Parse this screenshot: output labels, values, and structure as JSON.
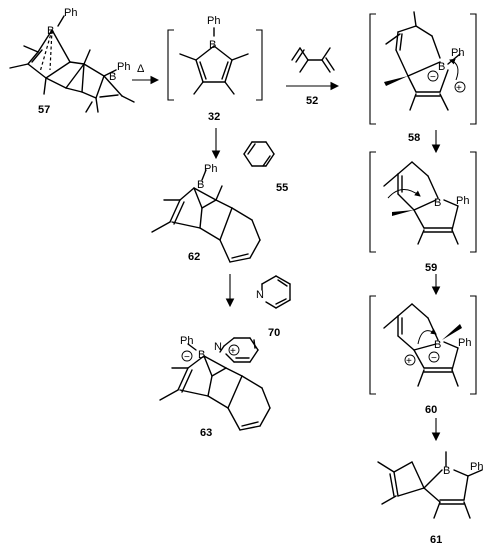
{
  "atoms": {
    "boron": "B",
    "nitrogen": "N",
    "phenyl": "Ph",
    "minus": "−",
    "plus": "+"
  },
  "compounds": {
    "c57": "57",
    "c32": "32",
    "c52": "52",
    "c55": "55",
    "c58": "58",
    "c59": "59",
    "c60": "60",
    "c61": "61",
    "c62": "62",
    "c63": "63",
    "c70": "70"
  },
  "conditions": {
    "heat": "Δ"
  }
}
